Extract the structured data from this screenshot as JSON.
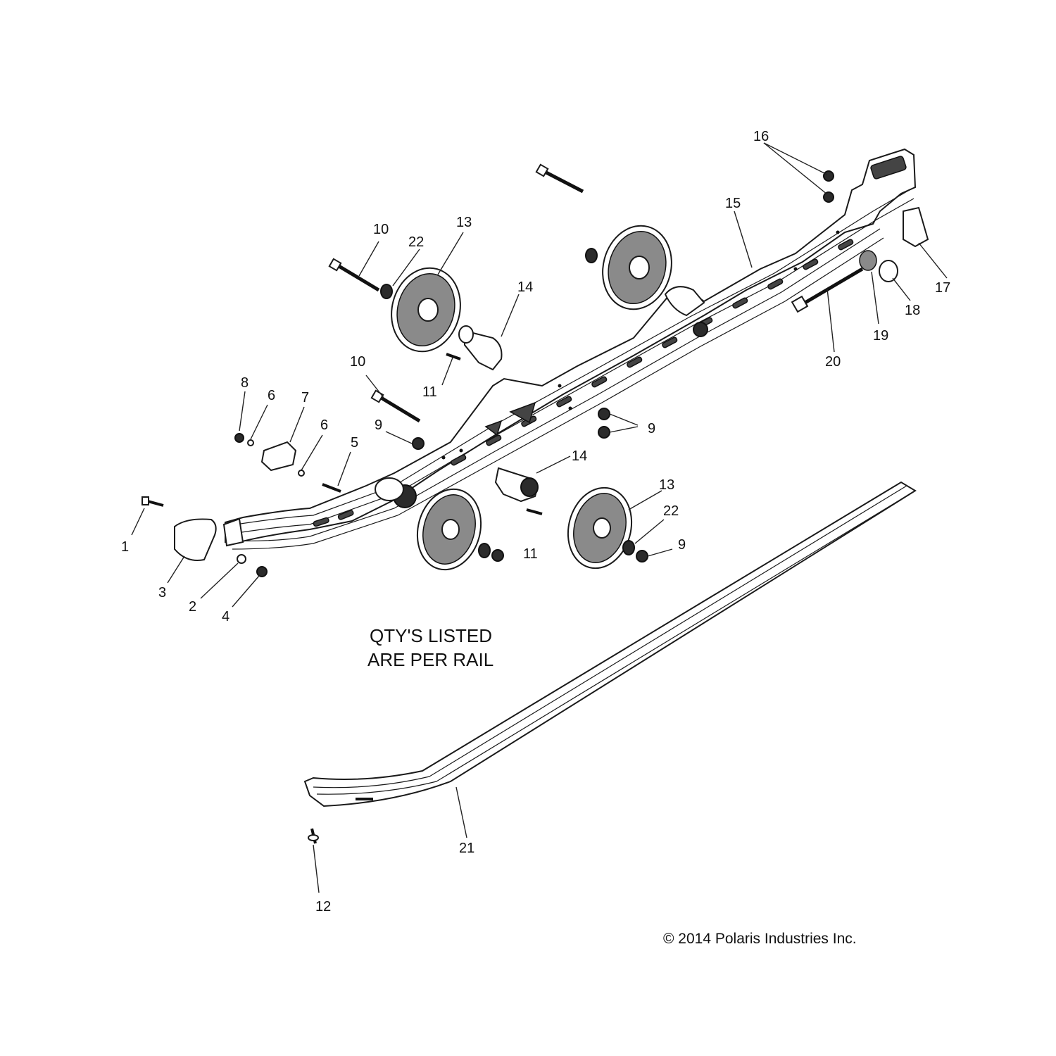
{
  "note": {
    "line1": "QTY'S LISTED",
    "line2": "ARE PER RAIL"
  },
  "copyright": "© 2014 Polaris Industries Inc.",
  "callouts": [
    {
      "id": "c1",
      "label": "1"
    },
    {
      "id": "c2",
      "label": "2"
    },
    {
      "id": "c3",
      "label": "3"
    },
    {
      "id": "c4",
      "label": "4"
    },
    {
      "id": "c5",
      "label": "5"
    },
    {
      "id": "c6a",
      "label": "6"
    },
    {
      "id": "c6b",
      "label": "6"
    },
    {
      "id": "c7",
      "label": "7"
    },
    {
      "id": "c8",
      "label": "8"
    },
    {
      "id": "c9a",
      "label": "9"
    },
    {
      "id": "c9b",
      "label": "9"
    },
    {
      "id": "c9c",
      "label": "9"
    },
    {
      "id": "c10a",
      "label": "10"
    },
    {
      "id": "c10b",
      "label": "10"
    },
    {
      "id": "c11a",
      "label": "11"
    },
    {
      "id": "c11b",
      "label": "11"
    },
    {
      "id": "c12",
      "label": "12"
    },
    {
      "id": "c13a",
      "label": "13"
    },
    {
      "id": "c13b",
      "label": "13"
    },
    {
      "id": "c14a",
      "label": "14"
    },
    {
      "id": "c14b",
      "label": "14"
    },
    {
      "id": "c15",
      "label": "15"
    },
    {
      "id": "c16",
      "label": "16"
    },
    {
      "id": "c17",
      "label": "17"
    },
    {
      "id": "c18",
      "label": "18"
    },
    {
      "id": "c19",
      "label": "19"
    },
    {
      "id": "c20",
      "label": "20"
    },
    {
      "id": "c21",
      "label": "21"
    },
    {
      "id": "c22a",
      "label": "22"
    },
    {
      "id": "c22b",
      "label": "22"
    }
  ]
}
